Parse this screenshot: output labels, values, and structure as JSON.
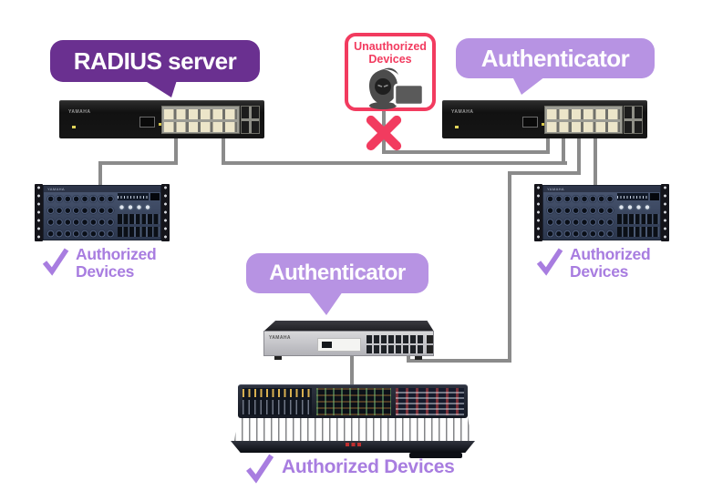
{
  "colors": {
    "background": "#ffffff",
    "dark_purple": "#6a3090",
    "light_purple": "#b793e3",
    "purple_text": "#a87de0",
    "alert_red": "#f23b5f",
    "wire_gray": "#8b8b8b"
  },
  "bubbles": {
    "radius_server": {
      "label": "RADIUS server"
    },
    "authenticator_top": {
      "label": "Authenticator"
    },
    "authenticator_center": {
      "label": "Authenticator"
    }
  },
  "unauthorized_box": {
    "label": "Unauthorized Devices"
  },
  "authorized": {
    "left": "Authorized Devices",
    "right": "Authorized Devices",
    "bottom": "Authorized Devices"
  },
  "devices": {
    "brand": "YAMAHA",
    "radius_switch": "network-switch",
    "authenticator_switch_top": "network-switch",
    "authenticator_switch_center": "network-switch",
    "io_rack_left": "audio-io-rack",
    "io_rack_right": "audio-io-rack",
    "mixing_console": "digital-mixing-console"
  },
  "icons": {
    "check": "check-icon",
    "blocked_x": "x-icon",
    "intruder": "spy-device-icon"
  }
}
